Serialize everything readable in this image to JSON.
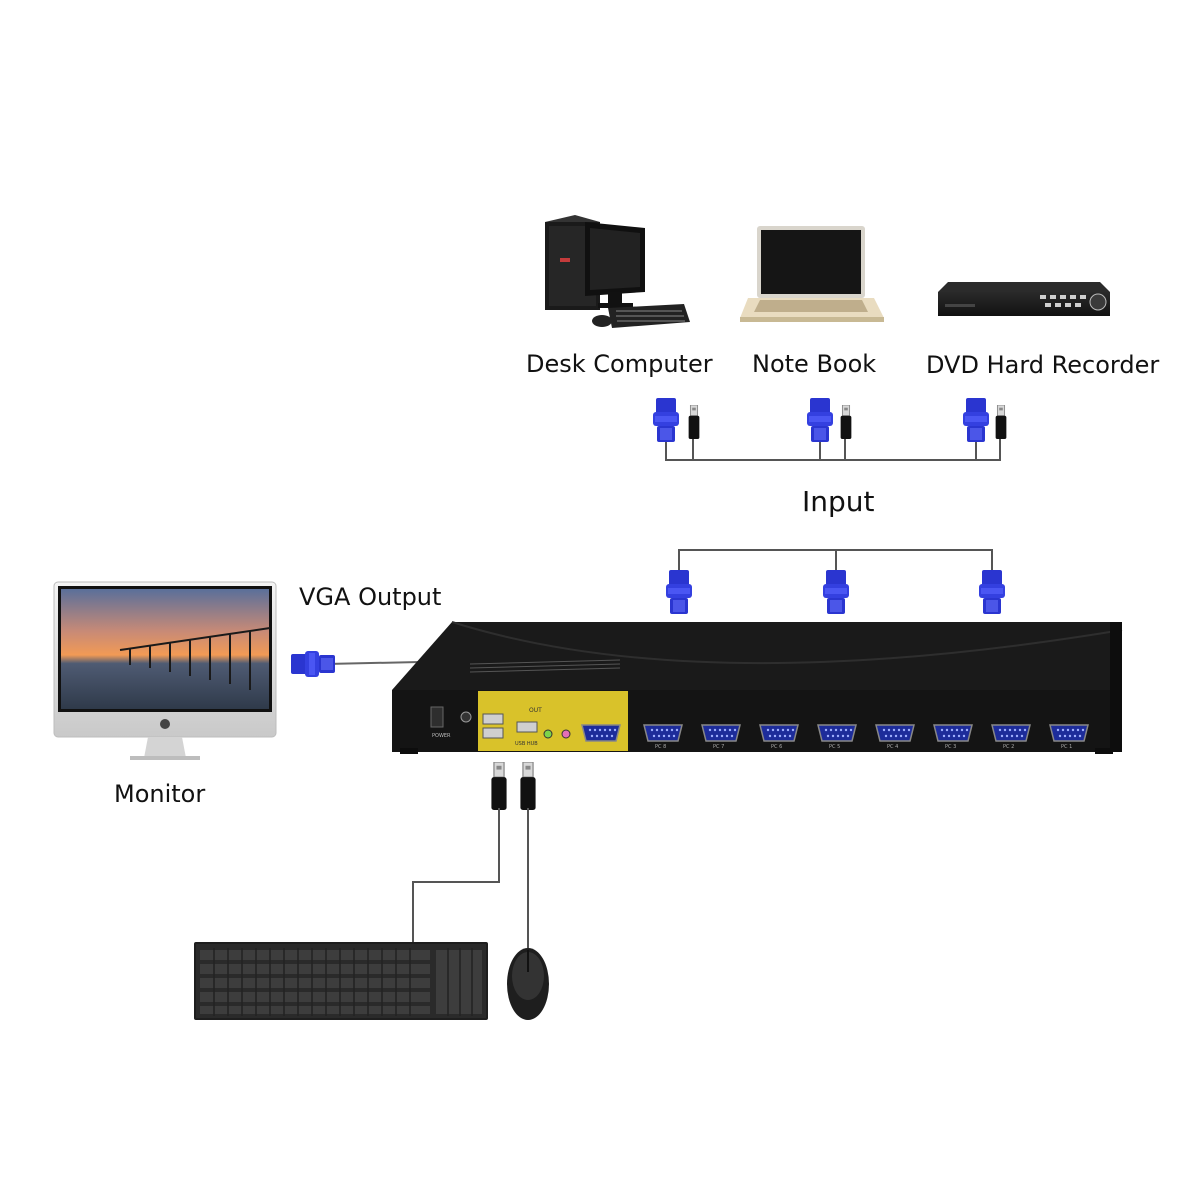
{
  "labels": {
    "desk_computer": "Desk Computer",
    "note_book": "Note Book",
    "dvd_hard_recorder": "DVD Hard Recorder",
    "input": "Input",
    "vga_output": "VGA Output",
    "monitor": "Monitor"
  },
  "switch_panel": {
    "power": "POWER",
    "out": "OUT",
    "usb_hub": "USB HUB",
    "ports": [
      "PC 8",
      "PC 7",
      "PC 6",
      "PC 5",
      "PC 4",
      "PC 3",
      "PC 2",
      "PC 1"
    ]
  },
  "colors": {
    "vga_connector": "#2f39d6",
    "cable": "#555555",
    "switch_body": "#1b1b1b",
    "panel_accent": "#d9c22a"
  },
  "icons": [
    "desk-computer-icon",
    "laptop-icon",
    "dvd-recorder-icon",
    "monitor-icon",
    "kvm-switch-icon",
    "keyboard-icon",
    "mouse-icon",
    "vga-plug-icon",
    "usb-plug-icon"
  ]
}
